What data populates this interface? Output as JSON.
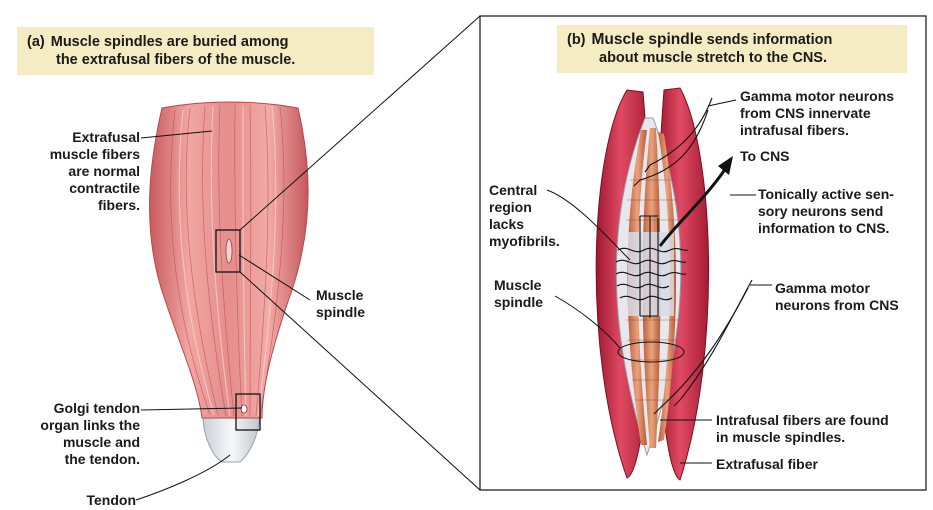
{
  "panel_a": {
    "tag": "(a)",
    "caption_line1": "Muscle spindles are buried among",
    "caption_line2": "the extrafusal fibers of the muscle."
  },
  "panel_b": {
    "tag": "(b)",
    "caption_bold": "Muscle spindle",
    "caption_rest_line1": " sends information",
    "caption_line2": "about muscle stretch to the CNS."
  },
  "labels_a": {
    "extrafusal": "Extrafusal\nmuscle fibers\nare normal\ncontractile\nfibers.",
    "muscle_spindle": "Muscle\nspindle",
    "golgi": "Golgi tendon\norgan links the\nmuscle and\nthe tendon.",
    "tendon": "Tendon"
  },
  "labels_b": {
    "gamma_top": "Gamma motor neurons\nfrom CNS innervate\nintrafusal fibers.",
    "to_cns": "To CNS",
    "tonic": "Tonically active sen-\nsory neurons send\ninformation to CNS.",
    "central": "Central\nregion\nlacks\nmyofibrils.",
    "spindle": "Muscle\nspindle",
    "gamma_bottom": "Gamma motor\nneurons from CNS",
    "intrafusal": "Intrafusal fibers are found\nin muscle spindles.",
    "extrafusal": "Extrafusal fiber"
  },
  "colors": {
    "banner": "#f6ecc4",
    "muscle": "#e07e7e",
    "extrafusal_fiber": "#cf2b45",
    "intrafusal_fiber": "#d9805a"
  }
}
